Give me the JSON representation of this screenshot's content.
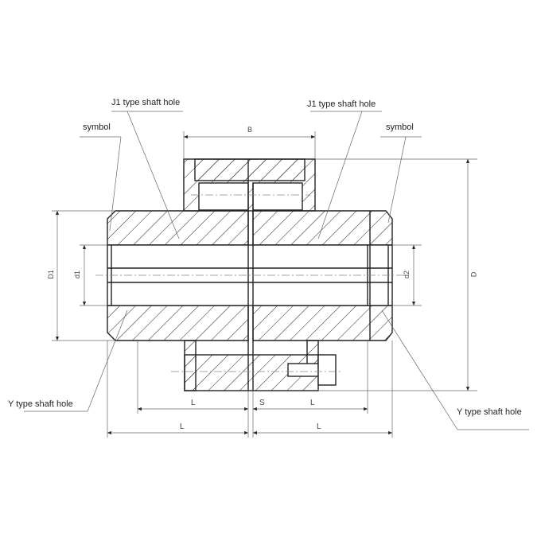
{
  "callouts": {
    "j1_left": "J1 type shaft hole",
    "j1_right": "J1 type shaft hole",
    "symbol_left": "symbol",
    "symbol_right": "symbol",
    "y_left": "Y type shaft hole",
    "y_right": "Y type shaft hole"
  },
  "dimensions": {
    "B": "B",
    "D": "D",
    "D1": "D1",
    "d1": "d1",
    "d2": "d2",
    "L_inner_left": "L",
    "S": "S",
    "L_inner_right": "L",
    "L_outer_left": "L",
    "L_outer_right": "L"
  },
  "colors": {
    "line": "#222222",
    "thin": "#666666"
  }
}
